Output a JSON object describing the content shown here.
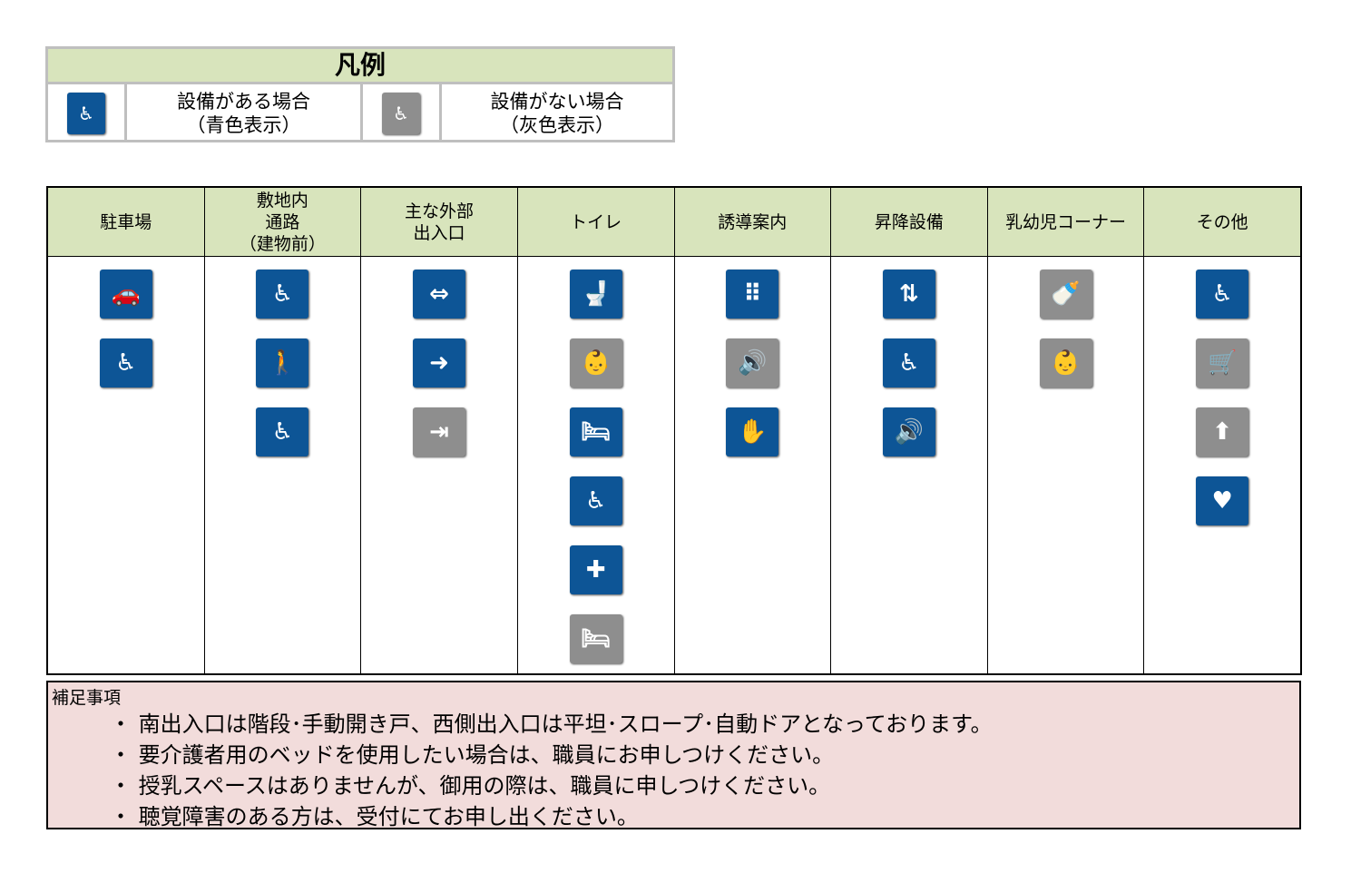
{
  "legend": {
    "title": "凡例",
    "available": {
      "line1": "設備がある場合",
      "line2": "（青色表示）",
      "icon": "accessible-parking-icon",
      "state": "blue"
    },
    "unavailable": {
      "line1": "設備がない場合",
      "line2": "（灰色表示）",
      "icon": "accessible-parking-icon",
      "state": "gray"
    }
  },
  "columns": [
    {
      "header": "駐車場",
      "icons": [
        {
          "name": "parking-icon",
          "state": "blue"
        },
        {
          "name": "accessible-parking-icon",
          "state": "blue"
        }
      ]
    },
    {
      "header": "敷地内\n通路\n（建物前）",
      "icons": [
        {
          "name": "wheelchair-flat-icon",
          "state": "blue"
        },
        {
          "name": "stairs-icon",
          "state": "blue"
        },
        {
          "name": "wheelchair-slope-icon",
          "state": "blue"
        }
      ]
    },
    {
      "header": "主な外部\n出入口",
      "icons": [
        {
          "name": "automatic-door-icon",
          "state": "blue"
        },
        {
          "name": "push-door-icon",
          "state": "blue"
        },
        {
          "name": "sliding-door-icon",
          "state": "gray"
        }
      ]
    },
    {
      "header": "トイレ",
      "icons": [
        {
          "name": "western-toilet-icon",
          "state": "blue"
        },
        {
          "name": "baby-seat-icon",
          "state": "gray"
        },
        {
          "name": "diaper-changing-icon",
          "state": "blue"
        },
        {
          "name": "accessible-toilet-icon",
          "state": "blue"
        },
        {
          "name": "ostomate-icon",
          "state": "blue"
        },
        {
          "name": "adult-changing-bed-icon",
          "state": "gray"
        }
      ]
    },
    {
      "header": "誘導案内",
      "icons": [
        {
          "name": "braille-icon",
          "state": "blue"
        },
        {
          "name": "voice-guide-icon",
          "state": "gray"
        },
        {
          "name": "tactile-map-icon",
          "state": "blue"
        }
      ]
    },
    {
      "header": "昇降設備",
      "icons": [
        {
          "name": "elevator-icon",
          "state": "blue"
        },
        {
          "name": "wheelchair-elevator-icon",
          "state": "blue"
        },
        {
          "name": "elevator-audio-icon",
          "state": "blue"
        }
      ]
    },
    {
      "header": "乳幼児コーナー",
      "icons": [
        {
          "name": "baby-bottle-icon",
          "state": "gray"
        },
        {
          "name": "nursing-room-icon",
          "state": "gray"
        }
      ]
    },
    {
      "header": "その他",
      "icons": [
        {
          "name": "wheelchair-rental-icon",
          "state": "blue"
        },
        {
          "name": "stroller-rental-icon",
          "state": "gray"
        },
        {
          "name": "emergency-exit-arrow-icon",
          "state": "gray"
        },
        {
          "name": "aed-icon",
          "state": "blue"
        }
      ]
    }
  ],
  "notes": {
    "title": "補足事項",
    "lines": [
      "・ 南出入口は階段･手動開き戸、西側出入口は平坦･スロープ･自動ドアとなっております。",
      "・ 要介護者用のベッドを使用したい場合は、職員にお申しつけください。",
      "・ 授乳スペースはありませんが、御用の際は、職員に申しつけください。",
      "・ 聴覚障害のある方は、受付にてお申し出ください。"
    ]
  },
  "colors": {
    "blue": "#0d5596",
    "gray": "#8e8e8e",
    "header_bg": "#d8e4bc",
    "notes_bg": "#f2dcdb"
  }
}
